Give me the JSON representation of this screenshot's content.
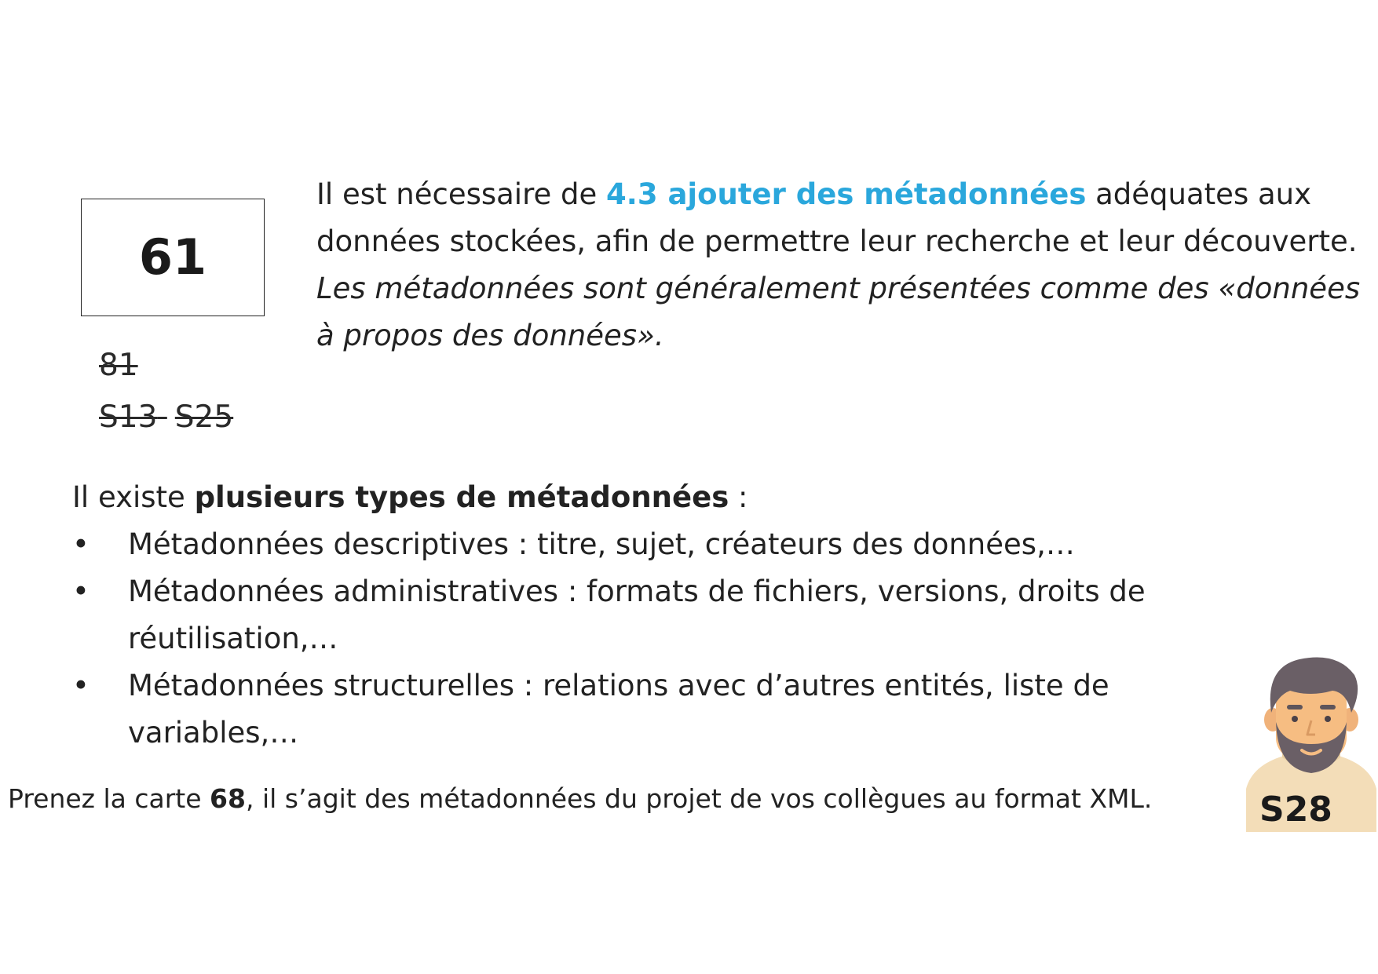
{
  "card": {
    "number": "61",
    "crossed_top": "81",
    "crossed_bottom": [
      "S13",
      "S25"
    ]
  },
  "intro": {
    "before": "Il est nécessaire de ",
    "highlight": "4.3 ajouter des métadonnées",
    "after": " adéquates aux données stockées, afin de permettre leur recherche et leur découverte.",
    "italic": "Les métadonnées sont généralement présentées comme des «données à propos des données»."
  },
  "types": {
    "lead_before": "Il existe ",
    "lead_bold": "plusieurs types de métadonnées",
    "lead_after": " :",
    "bullet_char": "•",
    "items": [
      "Métadonnées descriptives : titre, sujet, créateurs des données,…",
      "Métadonnées administratives : formats de fichiers, versions, droits de réutilisation,…",
      "Métadonnées structurelles : relations avec d’autres entités, liste de variables,…"
    ]
  },
  "footer": {
    "before": "Prenez la carte ",
    "bold": "68",
    "after": ", il s’agit des métadonnées du projet de vos collègues au format XML."
  },
  "character": {
    "icon": "bearded-man-icon",
    "label": "S28"
  },
  "colors": {
    "highlight": "#2aa7dc",
    "text": "#222222"
  }
}
